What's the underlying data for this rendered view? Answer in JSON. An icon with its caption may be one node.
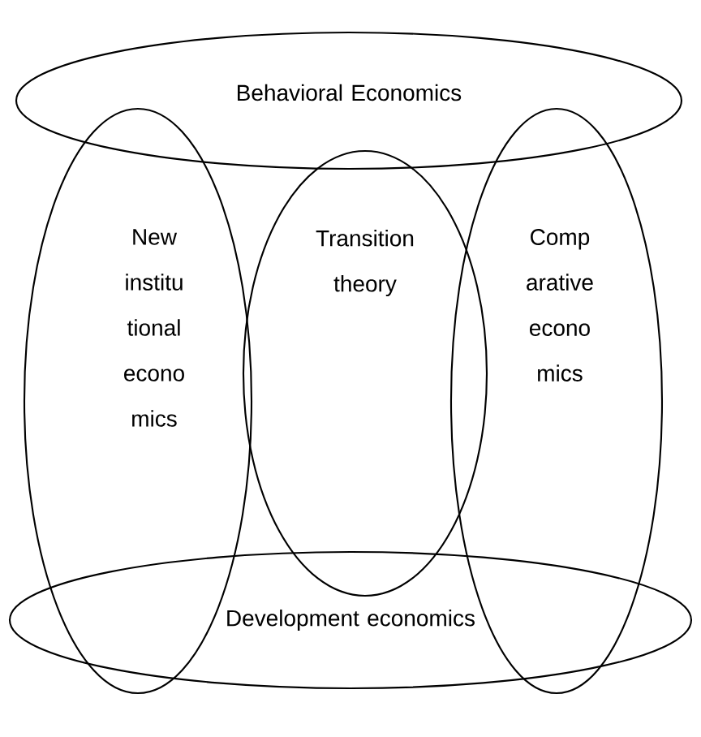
{
  "diagram": {
    "nodes": [
      {
        "text": [
          "Behavioral Economics"
        ]
      },
      {
        "text": [
          "New institu tional econo mics"
        ]
      },
      {
        "text": [
          "Transition theory"
        ]
      },
      {
        "text": [
          "Comp arative econo mics"
        ]
      },
      {
        "text": [
          "Development economics"
        ]
      }
    ]
  }
}
